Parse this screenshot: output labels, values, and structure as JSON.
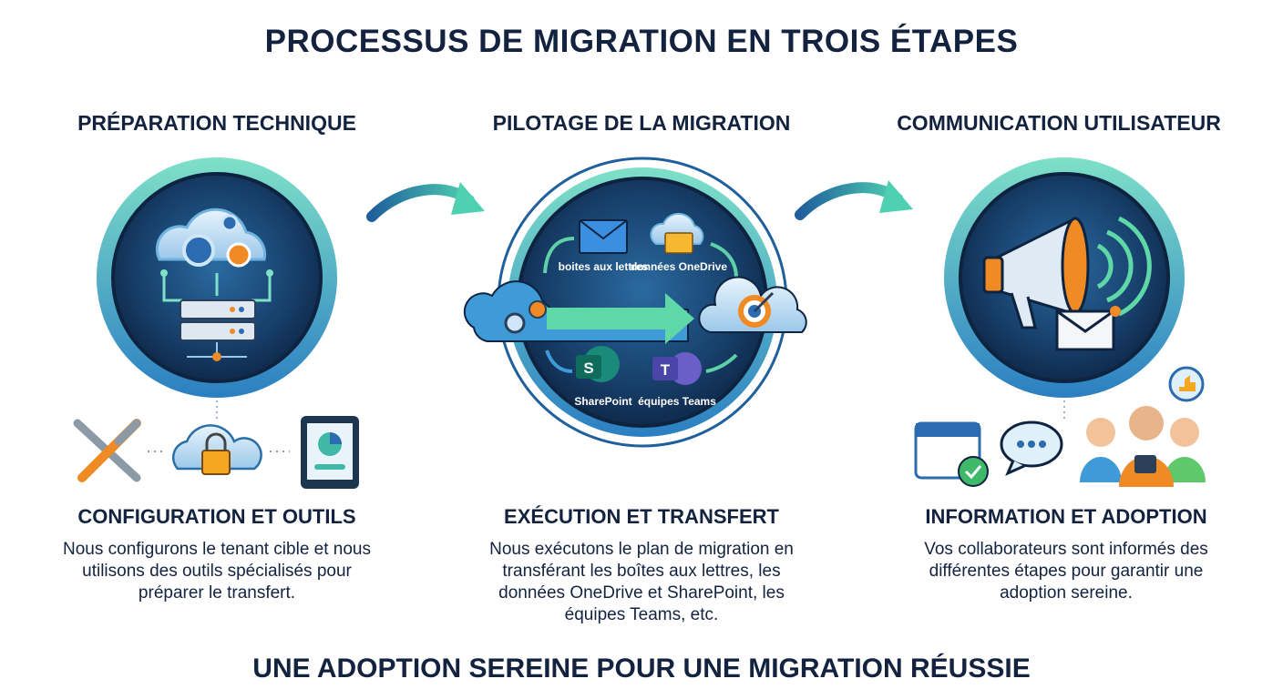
{
  "title": "PROCESSUS DE MIGRATION EN TROIS ÉTAPES",
  "steps": [
    {
      "heading": "PRÉPARATION TECHNIQUE",
      "subheading": "CONFIGURATION ET OUTILS",
      "description": "Nous configurons le tenant cible et nous utilisons des outils spécialisés pour préparer le transfert."
    },
    {
      "heading": "PILOTAGE DE LA MIGRATION",
      "subheading": "EXÉCUTION ET TRANSFERT",
      "description": "Nous exécutons le plan de migration en transférant les boîtes aux lettres, les données OneDrive et SharePoint, les équipes Teams, etc.",
      "labels": {
        "mailboxes": "boites aux lettres",
        "onedrive": "données OneDrive",
        "sharepoint": "SharePoint",
        "teams": "équipes Teams"
      }
    },
    {
      "heading": "COMMUNICATION UTILISATEUR",
      "subheading": "INFORMATION ET ADOPTION",
      "description": "Vos collaborateurs sont informés des différentes étapes pour garantir une adoption sereine."
    }
  ],
  "footer": "UNE ADOPTION SEREINE POUR UNE MIGRATION RÉUSSIE",
  "colors": {
    "navy": "#13233f",
    "teal": "#3fb8a8",
    "blue": "#1f5f9c",
    "orange": "#f08a24"
  }
}
